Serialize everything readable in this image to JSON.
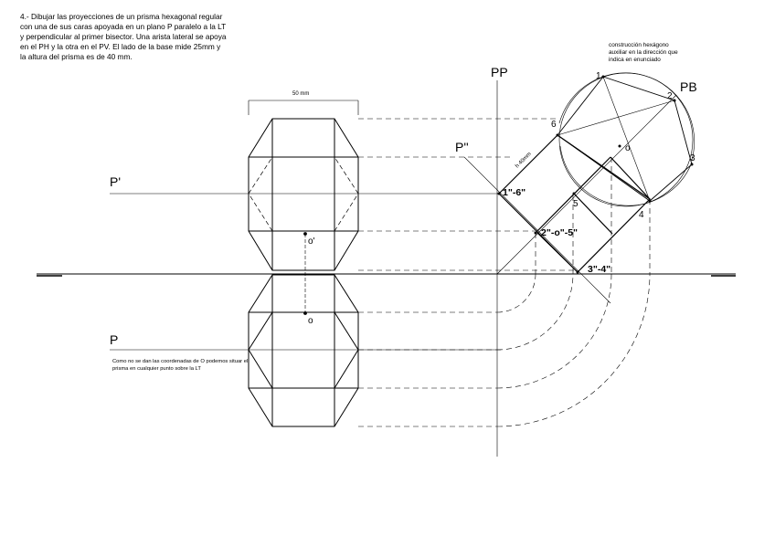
{
  "statement": "4.- Dibujar las proyecciones de un prisma hexagonal regular\ncon una de sus caras apoyada en un plano P paralelo a la LT\ny perpendicular al primer bisector. Una arista lateral se apoya\nen el PH y la otra en el PV. El lado de la base mide 25mm y\nla altura del prisma es de 40 mm.",
  "hex_note": "construcción hexágono\nauxiliar en la dirección que\nindica en enunciado",
  "footnote": "Como no se dan las coordenadas de O podemos situar el\nprisma en cualquier punto sobre la LT",
  "dimension_label": "50 mm",
  "height_label": "h 40mm",
  "labels": {
    "pp": "PP",
    "pb": "PB",
    "p_profile": "P''",
    "p_prime": "P'",
    "p": "P",
    "o_prime": "o'",
    "o": "o",
    "o_hex": "o"
  },
  "points": {
    "p1": "1",
    "p2": "2",
    "p3": "3",
    "p4": "4",
    "p5": "5",
    "p6": "6",
    "p16": "1\"-6\"",
    "p2o5": "2\"-o\"-5\"",
    "p34": "3\"-4\""
  }
}
